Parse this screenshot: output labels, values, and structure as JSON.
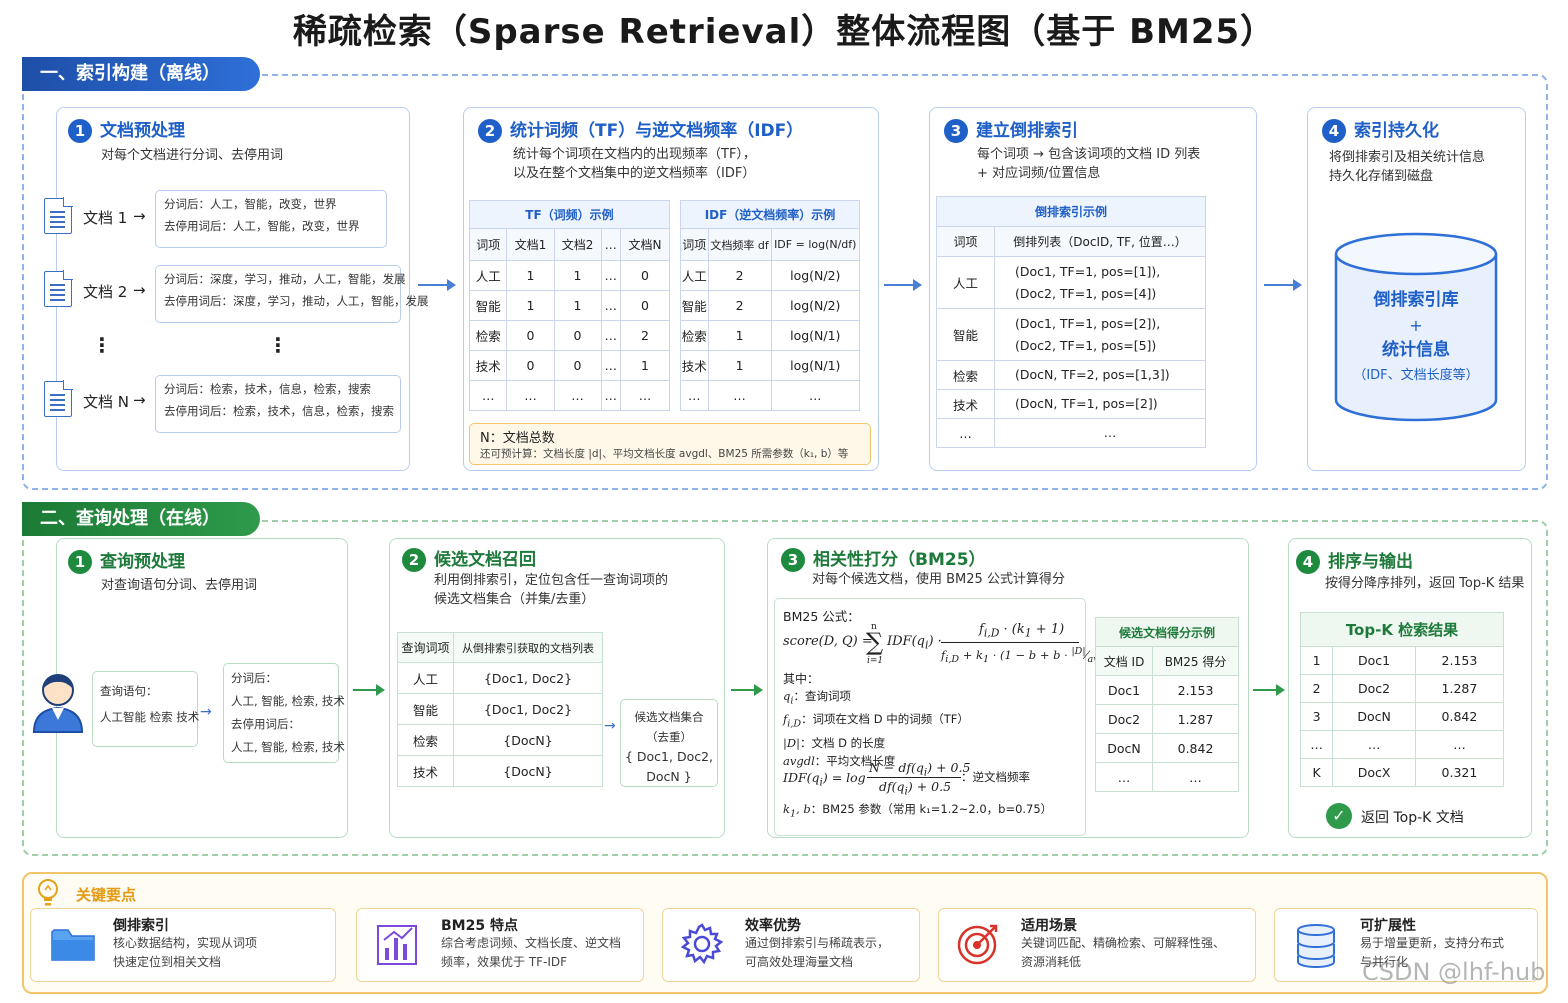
{
  "title": "稀疏检索（Sparse Retrieval）整体流程图（基于 BM25）",
  "s1": {
    "label": "一、索引构建（离线）",
    "p1": {
      "num": "1",
      "title": "文档预处理",
      "desc": "对每个文档进行分词、去停用词",
      "docs": [
        {
          "label": "文档 1",
          "l1": "分词后：人工，智能，改变，世界",
          "l2": "去停用词后：人工，智能，改变，世界"
        },
        {
          "label": "文档 2",
          "l1": "分词后：深度，学习，推动，人工，智能，发展",
          "l2": "去停用词后：深度，学习，推动，人工，智能，发展"
        },
        {
          "label": "文档 N",
          "l1": "分词后：检索，技术，信息，检索，搜索",
          "l2": "去停用词后：检索，技术，信息，检索，搜索"
        }
      ],
      "dots": "⋮"
    },
    "p2": {
      "num": "2",
      "title": "统计词频（TF）与逆文档频率（IDF）",
      "desc1": "统计每个词项在文档内的出现频率（TF），",
      "desc2": "以及在整个文档集中的逆文档频率（IDF）",
      "tf": {
        "caption": "TF（词频）示例",
        "headers": [
          "词项",
          "文档1",
          "文档2",
          "…",
          "文档N"
        ],
        "rows": [
          [
            "人工",
            "1",
            "1",
            "…",
            "0"
          ],
          [
            "智能",
            "1",
            "1",
            "…",
            "0"
          ],
          [
            "检索",
            "0",
            "0",
            "…",
            "2"
          ],
          [
            "技术",
            "0",
            "0",
            "…",
            "1"
          ],
          [
            "…",
            "…",
            "…",
            "…",
            "…"
          ]
        ]
      },
      "idf": {
        "caption": "IDF（逆文档频率）示例",
        "headers": [
          "词项",
          "文档频率 df",
          "IDF = log(N/df)"
        ],
        "rows": [
          [
            "人工",
            "2",
            "log(N/2)"
          ],
          [
            "智能",
            "2",
            "log(N/2)"
          ],
          [
            "检索",
            "1",
            "log(N/1)"
          ],
          [
            "技术",
            "1",
            "log(N/1)"
          ],
          [
            "…",
            "…",
            "…"
          ]
        ]
      },
      "note1": "N：文档总数",
      "note2": "还可预计算：文档长度 |d|、平均文档长度 avgdl、BM25 所需参数（k₁, b）等"
    },
    "p3": {
      "num": "3",
      "title": "建立倒排索引",
      "desc1": "每个词项 → 包含该词项的文档 ID 列表",
      "desc2": "+ 对应词频/位置信息",
      "table": {
        "caption": "倒排索引示例",
        "headers": [
          "词项",
          "倒排列表（DocID, TF, 位置…）"
        ],
        "rows": [
          [
            "人工",
            "(Doc1, TF=1, pos=[1]),",
            "(Doc2, TF=1, pos=[4])"
          ],
          [
            "智能",
            "(Doc1, TF=1, pos=[2]),",
            "(Doc2, TF=1, pos=[5])"
          ],
          [
            "检索",
            "(DocN, TF=2, pos=[1,3])",
            ""
          ],
          [
            "技术",
            "(DocN, TF=1, pos=[2])",
            ""
          ],
          [
            "…",
            "…",
            ""
          ]
        ]
      }
    },
    "p4": {
      "num": "4",
      "title": "索引持久化",
      "desc1": "将倒排索引及相关统计信息",
      "desc2": "持久化存储到磁盘",
      "db1": "倒排索引库",
      "db2": "+",
      "db3": "统计信息",
      "db4": "（IDF、文档长度等）"
    }
  },
  "s2": {
    "label": "二、查询处理（在线）",
    "p1": {
      "num": "1",
      "title": "查询预处理",
      "desc": "对查询语句分词、去停用词",
      "q1": "查询语句：",
      "q2": "人工智能 检索 技术",
      "r1": "分词后：",
      "r2": "人工, 智能, 检索, 技术",
      "r3": "去停用词后：",
      "r4": "人工, 智能, 检索, 技术"
    },
    "p2": {
      "num": "2",
      "title": "候选文档召回",
      "desc1": "利用倒排索引，定位包含任一查询词项的",
      "desc2": "候选文档集合（并集/去重）",
      "table": {
        "headers": [
          "查询词项",
          "从倒排索引获取的文档列表"
        ],
        "rows": [
          [
            "人工",
            "{Doc1, Doc2}"
          ],
          [
            "智能",
            "{Doc1, Doc2}"
          ],
          [
            "检索",
            "{DocN}"
          ],
          [
            "技术",
            "{DocN}"
          ]
        ]
      },
      "set1": "候选文档集合",
      "set2": "（去重）",
      "set3": "{ Doc1, Doc2,",
      "set4": "DocN }"
    },
    "p3": {
      "num": "3",
      "title": "相关性打分（BM25）",
      "desc": "对每个候选文档，使用 BM25 公式计算得分",
      "flabel": "BM25 公式：",
      "where": "其中：",
      "d1": "：查询词项",
      "d2": "：词项在文档 D 中的词频（TF）",
      "d3": "：文档 D 的长度",
      "d4": "：平均文档长度",
      "idfnote": "：逆文档频率",
      "params": "：BM25 参数（常用 k₁=1.2~2.0，b=0.75）",
      "table": {
        "caption": "候选文档得分示例",
        "headers": [
          "文档 ID",
          "BM25 得分"
        ],
        "rows": [
          [
            "Doc1",
            "2.153"
          ],
          [
            "Doc2",
            "1.287"
          ],
          [
            "DocN",
            "0.842"
          ],
          [
            "…",
            "…"
          ]
        ]
      }
    },
    "p4": {
      "num": "4",
      "title": "排序与输出",
      "desc": "按得分降序排列，返回 Top-K 结果",
      "table": {
        "caption": "Top-K 检索结果",
        "rows": [
          [
            "1",
            "Doc1",
            "2.153"
          ],
          [
            "2",
            "Doc2",
            "1.287"
          ],
          [
            "3",
            "DocN",
            "0.842"
          ],
          [
            "…",
            "…",
            "…"
          ],
          [
            "K",
            "DocX",
            "0.321"
          ]
        ]
      },
      "ret": "返回 Top-K 文档"
    }
  },
  "s3": {
    "label": "关键要点",
    "cards": [
      {
        "title": "倒排索引",
        "d1": "核心数据结构，实现从词项",
        "d2": "快速定位到相关文档"
      },
      {
        "title": "BM25 特点",
        "d1": "综合考虑词频、文档长度、逆文档",
        "d2": "频率，效果优于 TF-IDF"
      },
      {
        "title": "效率优势",
        "d1": "通过倒排索引与稀疏表示，",
        "d2": "可高效处理海量文档"
      },
      {
        "title": "适用场景",
        "d1": "关键词匹配、精确检索、可解释性强、",
        "d2": "资源消耗低"
      },
      {
        "title": "可扩展性",
        "d1": "易于增量更新，支持分布式",
        "d2": "与并行化"
      }
    ]
  },
  "watermark": "CSDN @lhf-hub",
  "colors": {
    "blue": "#1f5fc8",
    "green": "#1e7a3a",
    "orange": "#f3c46a"
  }
}
